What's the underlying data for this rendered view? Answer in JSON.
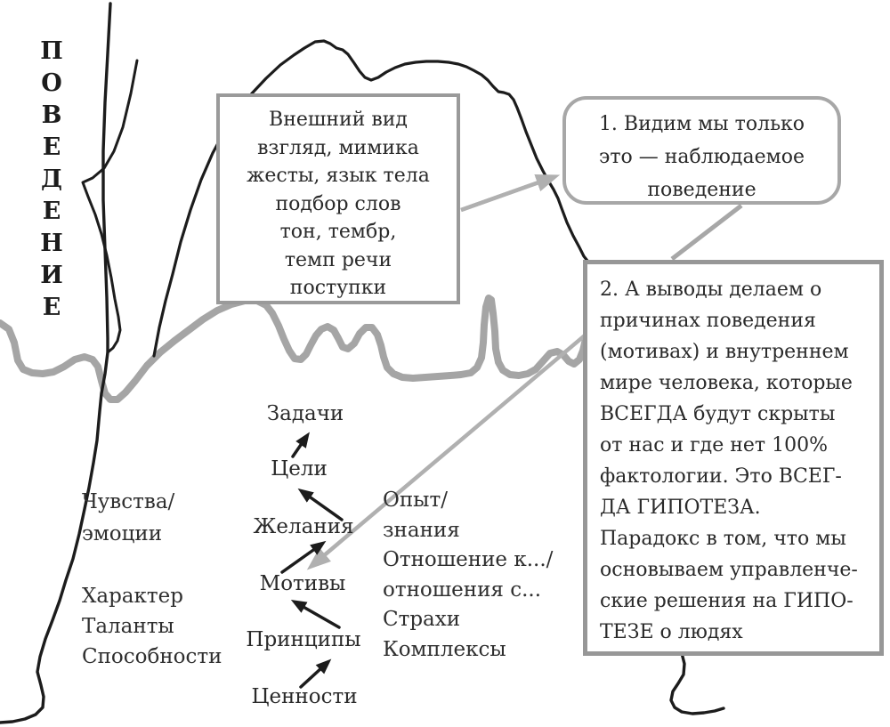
{
  "vertical_title": {
    "word": "ПОВЕДЕНИЕ",
    "text": "П\nО\nВ\nЕ\nД\nЕ\nН\nИ\nЕ"
  },
  "boxes": {
    "appearance": {
      "text": "Внешний вид\nвзгляд, мимика\nжесты, язык тела\nподбор слов\nтон, тембр,\nтемп речи\nпоступки"
    },
    "observed": {
      "text": "1. Видим мы только\nэто — наблюдаемое\nповедение"
    },
    "hypothesis": {
      "text": "2. А выводы делаем о\nпричинах поведения\n(мотивах) и внутреннем\nмире человека, которые\nВСЕГДА будут скрыты\nот нас и где нет 100%\nфактологии. Это ВСЕГ-\nДА ГИПОТЕЗА.\nПарадокс в том, что мы\nосновываем управленче-\nские решения на ГИПО-\nТЕЗЕ о людях"
    }
  },
  "chain": {
    "items": [
      "Ценности",
      "Принципы",
      "Мотивы",
      "Желания",
      "Цели",
      "Задачи"
    ]
  },
  "labels": {
    "feelings": "Чувства/\nэмоции",
    "character": "Характер\nТаланты\nСпособности",
    "experience": "Опыт/\nзнания\nОтношение к.../\nотношения с...\nСтрахи\nКомплексы"
  },
  "colors": {
    "ink_black": "#1c1c1c",
    "water_gray": "#a5a5a5",
    "arrow_gray": "#b0b0b0",
    "border_gray": "#9a9a9a"
  }
}
